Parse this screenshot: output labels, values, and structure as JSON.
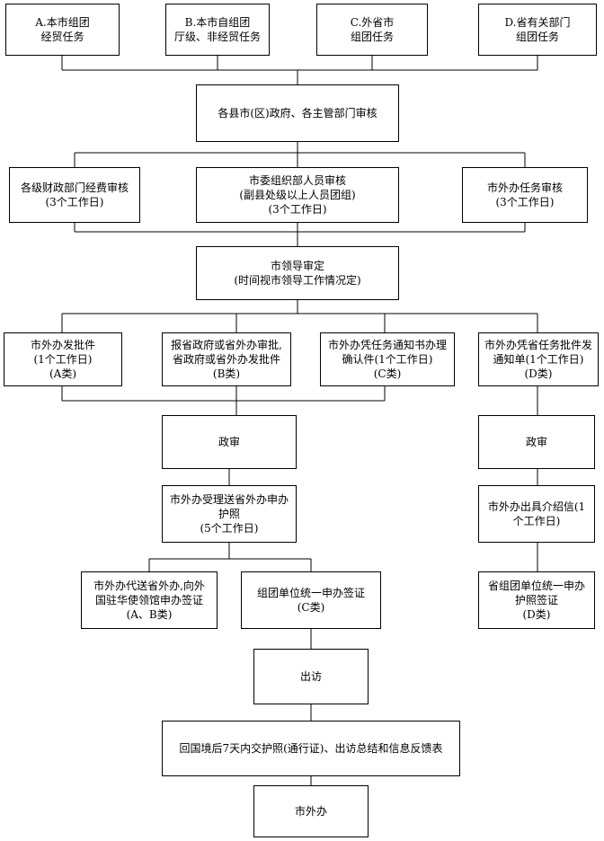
{
  "nodes": {
    "task_a": "A.本市组团\n经贸任务",
    "task_b": "B.本市自组团\n厅级、非经贸任务",
    "task_c": "C.外省市\n组团任务",
    "task_d": "D.省有关部门\n组团任务",
    "county_review": "各县市(区)政府、各主管部门审核",
    "finance_review": "各级财政部门经费审核\n(3个工作日)",
    "org_review": "市委组织部人员审核\n(副县处级以上人员团组)\n(3个工作日)",
    "foreign_task_review": "市外办任务审核\n(3个工作日)",
    "leader_approval": "市领导审定\n(时间视市领导工作情况定)",
    "approval_a": "市外办发批件\n(1个工作日)\n(A类)",
    "approval_b": "报省政府或省外办审批,\n省政府或省外办发批件\n(B类)",
    "approval_c": "市外办凭任务通知书办理\n确认件(1个工作日)\n(C类)",
    "approval_d": "市外办凭省任务批件发\n通知单(1个工作日)\n(D类)",
    "political_review_left": "政审",
    "political_review_right": "政审",
    "passport_apply": "市外办受理送省外办申办\n护照\n(5个工作日)",
    "introduction_letter": "市外办出具介绍信(1\n个工作日)",
    "visa_ab": "市外办代送省外办,向外\n国驻华使领馆申办签证\n(A、B类)",
    "visa_c": "组团单位统一申办签证\n(C类)",
    "visa_d": "省组团单位统一申办\n护照签证\n(D类)",
    "visit": "出访",
    "return": "回国境后7天内交护照(通行证)、出访总结和信息反馈表",
    "final": "市外办"
  }
}
